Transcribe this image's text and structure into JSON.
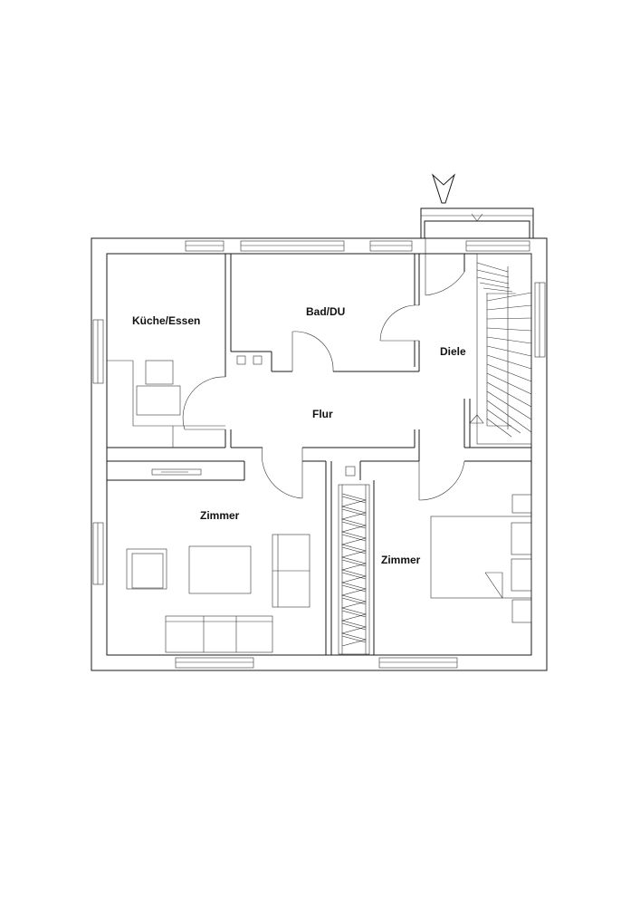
{
  "rooms": {
    "kitchen": "Küche/Essen",
    "bath": "Bad/DU",
    "hall": "Diele",
    "corridor": "Flur",
    "living": "Zimmer",
    "bedroom": "Zimmer"
  }
}
